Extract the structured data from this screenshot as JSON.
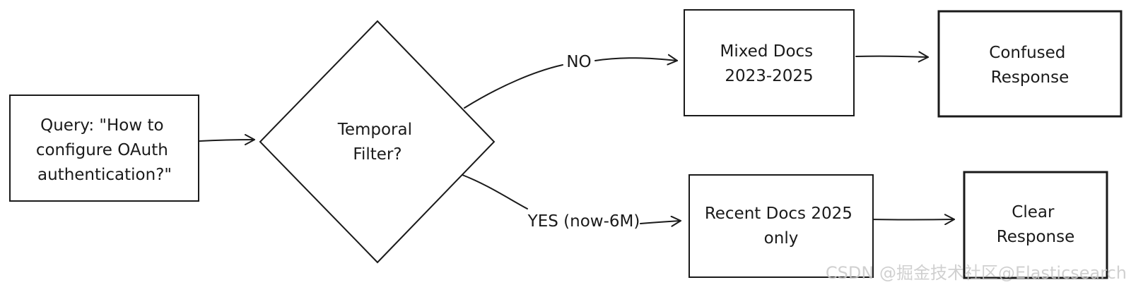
{
  "nodes": {
    "query": {
      "lines": [
        "Query: \"How to",
        "configure OAuth",
        "authentication?\""
      ]
    },
    "decision": {
      "lines": [
        "Temporal",
        "Filter?"
      ]
    },
    "mixed_docs": {
      "lines": [
        "Mixed Docs",
        "2023-2025"
      ]
    },
    "confused_response": {
      "lines": [
        "Confused",
        "Response"
      ],
      "fill": "#ffcccc"
    },
    "recent_docs": {
      "lines": [
        "Recent Docs 2025",
        "only"
      ]
    },
    "clear_response": {
      "lines": [
        "Clear",
        "Response"
      ],
      "fill": "#ccffcc"
    }
  },
  "edges": {
    "no_label": "NO",
    "yes_label": "YES (now-6M)"
  },
  "watermark": {
    "text": "CSDN @掘金技术社区@Elasticsearch"
  }
}
